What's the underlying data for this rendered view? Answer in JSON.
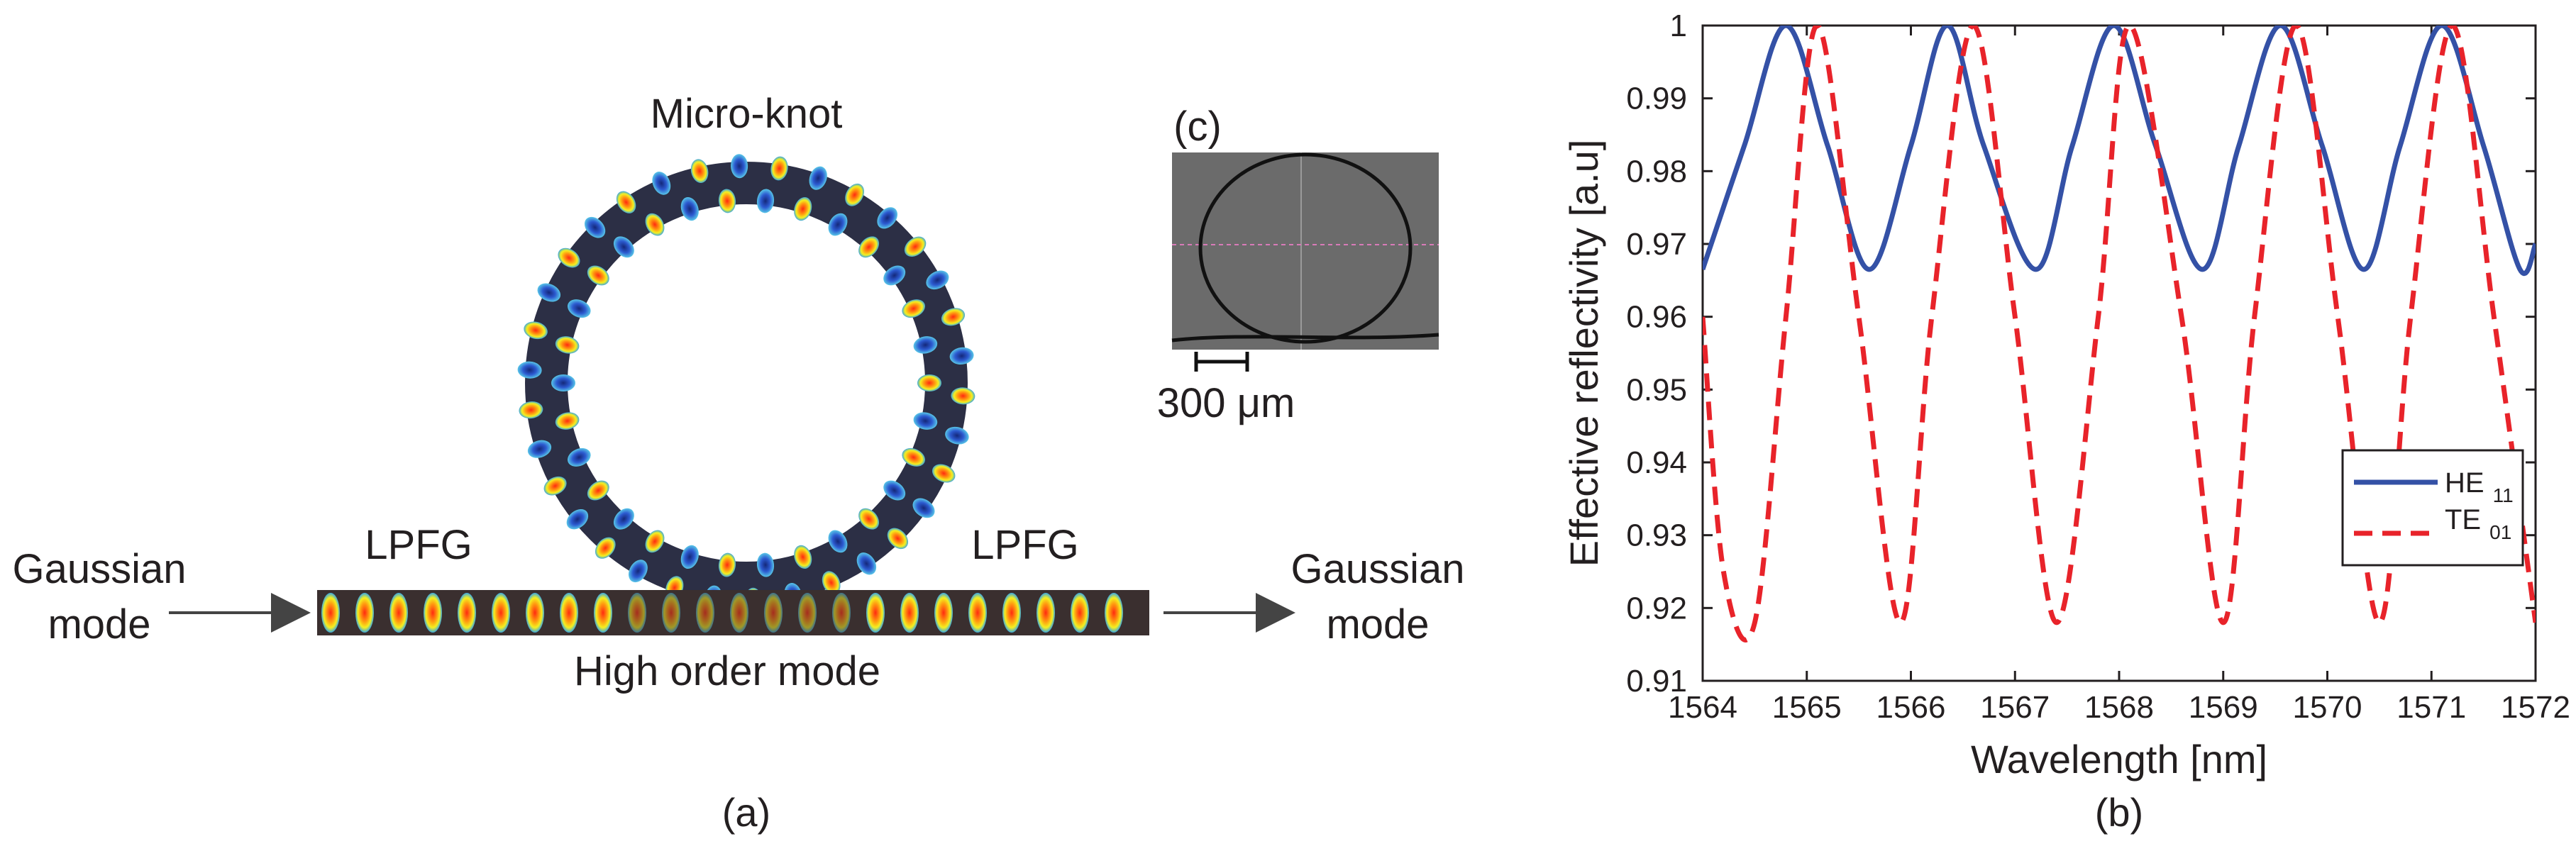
{
  "panel_a": {
    "caption": "(a)",
    "title": "Micro-knot",
    "label_left": "LPFG",
    "label_right": "LPFG",
    "input_line1": "Gaussian",
    "input_line2": "mode",
    "output_line1": "Gaussian",
    "output_line2": "mode",
    "bottom_label": "High order mode"
  },
  "panel_c": {
    "caption": "(c)",
    "scale_label": "300 μm"
  },
  "panel_b": {
    "caption": "(b)"
  },
  "colors": {
    "he11": "#3451a6",
    "te01": "#e8232a",
    "axis": "#231f20"
  },
  "chart_data": {
    "type": "line",
    "xlabel": "Wavelength [nm]",
    "ylabel": "Effective reflectivity [a.u]",
    "xlim": [
      1564,
      1572
    ],
    "ylim": [
      0.91,
      1.0
    ],
    "xticks": [
      "1564",
      "1565",
      "1566",
      "1567",
      "1568",
      "1569",
      "1570",
      "1571",
      "1572"
    ],
    "yticks": [
      "0.91",
      "0.92",
      "0.93",
      "0.94",
      "0.95",
      "0.96",
      "0.97",
      "0.98",
      "0.99",
      "1"
    ],
    "legend_position": "bottom-right",
    "series": [
      {
        "name": "HE",
        "subscript": "11",
        "style": "solid",
        "x": [
          1564.0,
          1564.4,
          1564.8,
          1565.2,
          1565.6,
          1566.0,
          1566.35,
          1566.7,
          1567.2,
          1567.55,
          1567.95,
          1568.35,
          1568.8,
          1569.15,
          1569.55,
          1569.95,
          1570.35,
          1570.7,
          1571.1,
          1571.5,
          1571.85,
          1572.0
        ],
        "y": [
          0.9665,
          0.9835,
          1.0,
          0.9835,
          0.9665,
          0.9835,
          1.0,
          0.9835,
          0.9665,
          0.9835,
          1.0,
          0.9835,
          0.9665,
          0.9835,
          1.0,
          0.9835,
          0.9665,
          0.9835,
          1.0,
          0.9835,
          0.9665,
          0.97
        ]
      },
      {
        "name": "TE",
        "subscript": "01",
        "style": "dashed",
        "x": [
          1564.0,
          1564.2,
          1564.5,
          1564.8,
          1565.1,
          1565.5,
          1565.9,
          1566.2,
          1566.6,
          1567.0,
          1567.4,
          1567.8,
          1568.1,
          1568.6,
          1569.0,
          1569.3,
          1569.7,
          1570.1,
          1570.5,
          1570.8,
          1571.2,
          1571.6,
          1572.0
        ],
        "y": [
          0.96,
          0.925,
          0.918,
          0.96,
          1.0,
          0.96,
          0.918,
          0.96,
          1.0,
          0.96,
          0.918,
          0.96,
          1.0,
          0.96,
          0.918,
          0.96,
          1.0,
          0.96,
          0.918,
          0.96,
          1.0,
          0.96,
          0.918
        ]
      }
    ]
  }
}
